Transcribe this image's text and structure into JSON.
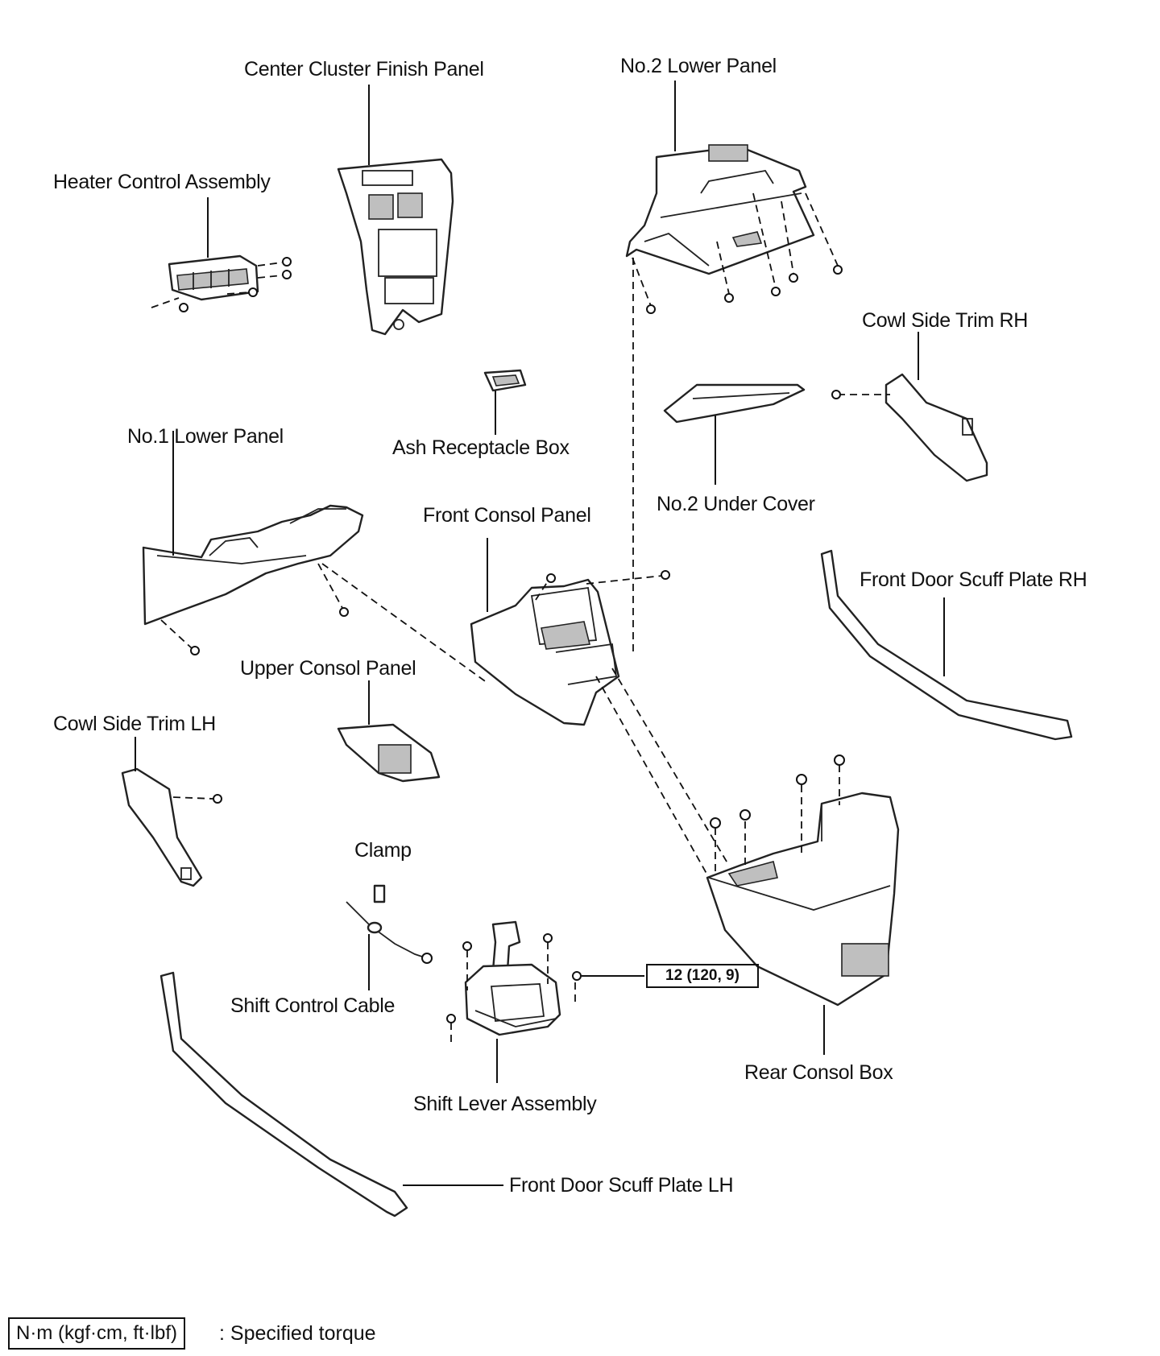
{
  "labels": {
    "center_cluster_finish_panel": "Center Cluster Finish Panel",
    "no2_lower_panel": "No.2 Lower Panel",
    "heater_control_assembly": "Heater Control Assembly",
    "cowl_side_trim_rh": "Cowl Side Trim RH",
    "ash_receptacle_box": "Ash Receptacle Box",
    "no1_lower_panel": "No.1 Lower Panel",
    "no2_under_cover": "No.2 Under Cover",
    "front_consol_panel": "Front Consol Panel",
    "front_door_scuff_plate_rh": "Front Door Scuff Plate RH",
    "upper_consol_panel": "Upper Consol Panel",
    "cowl_side_trim_lh": "Cowl Side Trim LH",
    "clamp": "Clamp",
    "shift_control_cable": "Shift Control Cable",
    "rear_consol_box": "Rear Consol Box",
    "shift_lever_assembly": "Shift Lever Assembly",
    "front_door_scuff_plate_lh": "Front Door Scuff Plate LH"
  },
  "torque": {
    "shift_lever_bolts": "12 (120, 9)"
  },
  "legend": {
    "unit_box": "N·m (kgf·cm, ft·lbf)",
    "description": ": Specified torque"
  }
}
